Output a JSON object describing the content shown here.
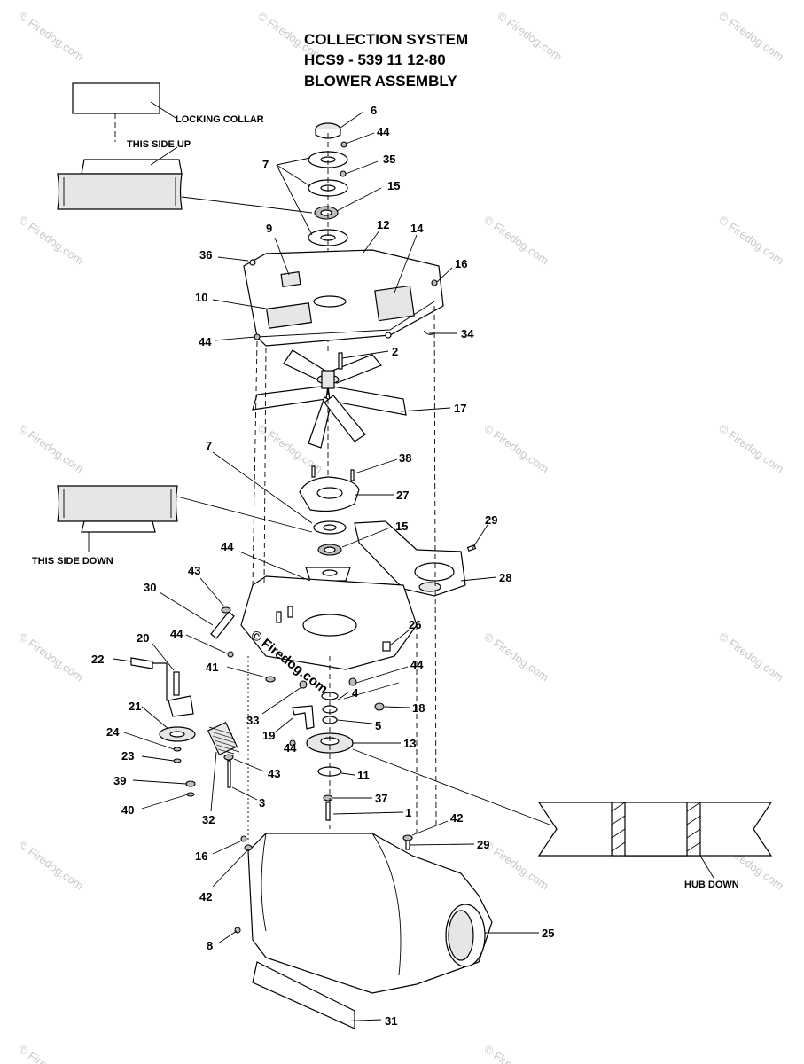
{
  "title": {
    "line1": "COLLECTION SYSTEM",
    "line2": "HCS9 - 539 11 12-80",
    "line3": "BLOWER ASSEMBLY"
  },
  "notes": {
    "locking_collar": "LOCKING COLLAR",
    "this_side_up": "THIS SIDE UP",
    "this_side_down": "THIS SIDE DOWN",
    "hub_down": "HUB DOWN"
  },
  "watermark": {
    "text": "© Firedog.com",
    "center_text": "© Firedog.com"
  },
  "callouts": [
    {
      "id": "c-6",
      "label": "6"
    },
    {
      "id": "c-44a",
      "label": "44"
    },
    {
      "id": "c-7a",
      "label": "7"
    },
    {
      "id": "c-35",
      "label": "35"
    },
    {
      "id": "c-15a",
      "label": "15"
    },
    {
      "id": "c-12",
      "label": "12"
    },
    {
      "id": "c-14",
      "label": "14"
    },
    {
      "id": "c-9",
      "label": "9"
    },
    {
      "id": "c-36",
      "label": "36"
    },
    {
      "id": "c-16a",
      "label": "16"
    },
    {
      "id": "c-10",
      "label": "10"
    },
    {
      "id": "c-44b",
      "label": "44"
    },
    {
      "id": "c-34",
      "label": "34"
    },
    {
      "id": "c-2",
      "label": "2"
    },
    {
      "id": "c-17",
      "label": "17"
    },
    {
      "id": "c-7b",
      "label": "7"
    },
    {
      "id": "c-38",
      "label": "38"
    },
    {
      "id": "c-27",
      "label": "27"
    },
    {
      "id": "c-15b",
      "label": "15"
    },
    {
      "id": "c-29a",
      "label": "29"
    },
    {
      "id": "c-44c",
      "label": "44"
    },
    {
      "id": "c-28",
      "label": "28"
    },
    {
      "id": "c-43a",
      "label": "43"
    },
    {
      "id": "c-30",
      "label": "30"
    },
    {
      "id": "c-26",
      "label": "26"
    },
    {
      "id": "c-20",
      "label": "20"
    },
    {
      "id": "c-44d",
      "label": "44"
    },
    {
      "id": "c-22",
      "label": "22"
    },
    {
      "id": "c-41",
      "label": "41"
    },
    {
      "id": "c-44e",
      "label": "44"
    },
    {
      "id": "c-4",
      "label": "4"
    },
    {
      "id": "c-21",
      "label": "21"
    },
    {
      "id": "c-18",
      "label": "18"
    },
    {
      "id": "c-33",
      "label": "33"
    },
    {
      "id": "c-5",
      "label": "5"
    },
    {
      "id": "c-24",
      "label": "24"
    },
    {
      "id": "c-19",
      "label": "19"
    },
    {
      "id": "c-13",
      "label": "13"
    },
    {
      "id": "c-44f",
      "label": "44"
    },
    {
      "id": "c-23",
      "label": "23"
    },
    {
      "id": "c-43b",
      "label": "43"
    },
    {
      "id": "c-11",
      "label": "11"
    },
    {
      "id": "c-39",
      "label": "39"
    },
    {
      "id": "c-37",
      "label": "37"
    },
    {
      "id": "c-3",
      "label": "3"
    },
    {
      "id": "c-40",
      "label": "40"
    },
    {
      "id": "c-1",
      "label": "1"
    },
    {
      "id": "c-32",
      "label": "32"
    },
    {
      "id": "c-42a",
      "label": "42"
    },
    {
      "id": "c-29b",
      "label": "29"
    },
    {
      "id": "c-16b",
      "label": "16"
    },
    {
      "id": "c-42b",
      "label": "42"
    },
    {
      "id": "c-25",
      "label": "25"
    },
    {
      "id": "c-8",
      "label": "8"
    },
    {
      "id": "c-31",
      "label": "31"
    }
  ]
}
